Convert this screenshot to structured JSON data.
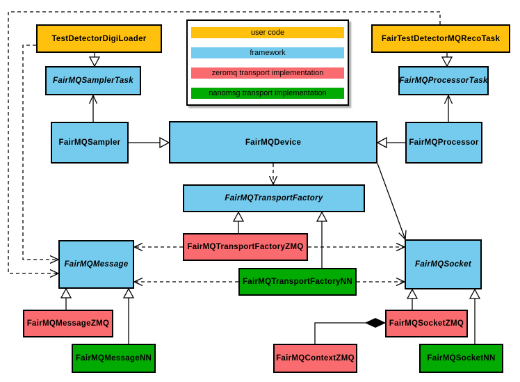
{
  "colors": {
    "user_code": "#FFC10D",
    "framework": "#75CBEE",
    "zeromq": "#F96B6E",
    "nanomsg": "#02AB02",
    "border": "#000000"
  },
  "legend": {
    "items": [
      {
        "label": "user code",
        "color_key": "user_code"
      },
      {
        "label": "framework",
        "color_key": "framework"
      },
      {
        "label": "zeromq transport implementation",
        "color_key": "zeromq"
      },
      {
        "label": "nanomsg transport implementation",
        "color_key": "nanomsg"
      }
    ]
  },
  "nodes": {
    "digiloader": {
      "label": "TestDetectorDigiLoader",
      "category": "user code",
      "abstract": false
    },
    "recotask": {
      "label": "FairTestDetectorMQRecoTask",
      "category": "user code",
      "abstract": false
    },
    "samplertask": {
      "label": "FairMQSamplerTask",
      "category": "framework",
      "abstract": true
    },
    "processortask": {
      "label": "FairMQProcessorTask",
      "category": "framework",
      "abstract": true
    },
    "sampler": {
      "label": "FairMQSampler",
      "category": "framework",
      "abstract": false
    },
    "device": {
      "label": "FairMQDevice",
      "category": "framework",
      "abstract": false
    },
    "processor": {
      "label": "FairMQProcessor",
      "category": "framework",
      "abstract": false
    },
    "factory": {
      "label": "FairMQTransportFactory",
      "category": "framework",
      "abstract": true
    },
    "factoryzmq": {
      "label": "FairMQTransportFactoryZMQ",
      "category": "zeromq",
      "abstract": false
    },
    "factorynn": {
      "label": "FairMQTransportFactoryNN",
      "category": "nanomsg",
      "abstract": false
    },
    "message": {
      "label": "FairMQMessage",
      "category": "framework",
      "abstract": true
    },
    "socket": {
      "label": "FairMQSocket",
      "category": "framework",
      "abstract": true
    },
    "messagezmq": {
      "label": "FairMQMessageZMQ",
      "category": "zeromq",
      "abstract": false
    },
    "messagenn": {
      "label": "FairMQMessageNN",
      "category": "nanomsg",
      "abstract": false
    },
    "socketzmq": {
      "label": "FairMQSocketZMQ",
      "category": "zeromq",
      "abstract": false
    },
    "socketnn": {
      "label": "FairMQSocketNN",
      "category": "nanomsg",
      "abstract": false
    },
    "contextzmq": {
      "label": "FairMQContextZMQ",
      "category": "zeromq",
      "abstract": false
    }
  }
}
